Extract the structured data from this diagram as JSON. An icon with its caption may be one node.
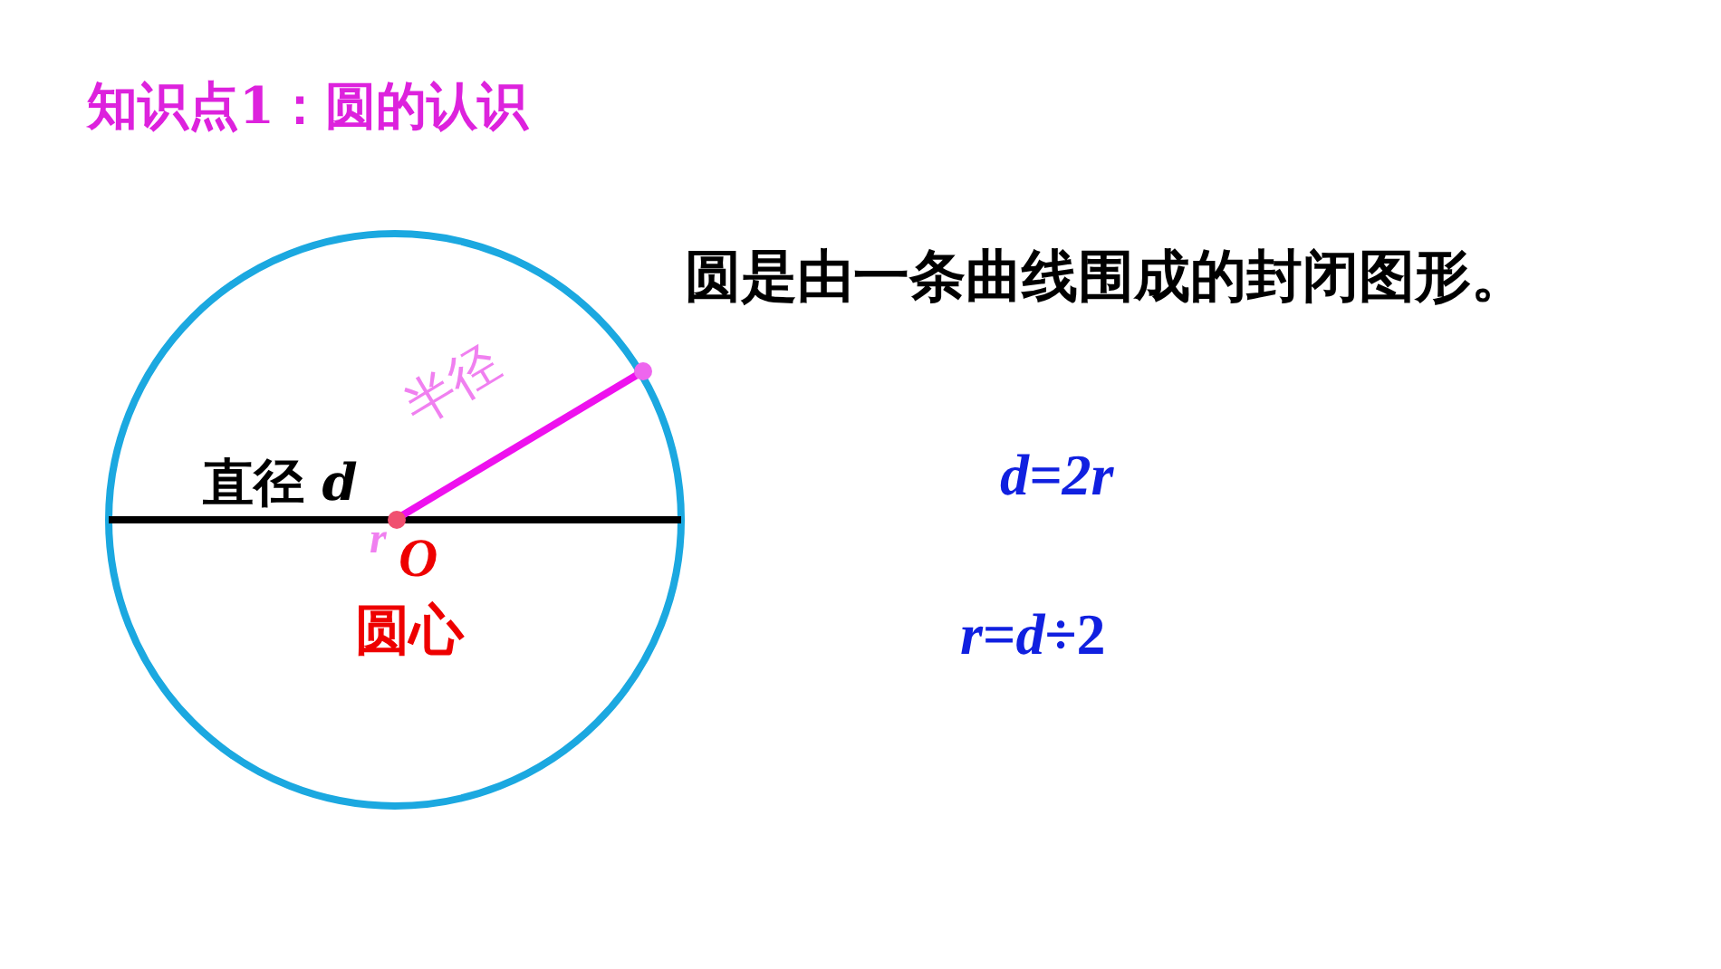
{
  "diagram": {
    "title": "知识点1：圆的认识",
    "labels": [
      "圆是由一条曲线围成的封闭图形。",
      "半径",
      "直径 *d*",
      "r",
      "O",
      "圆心",
      "d=2r",
      "*r*=*d*÷2"
    ]
  }
}
